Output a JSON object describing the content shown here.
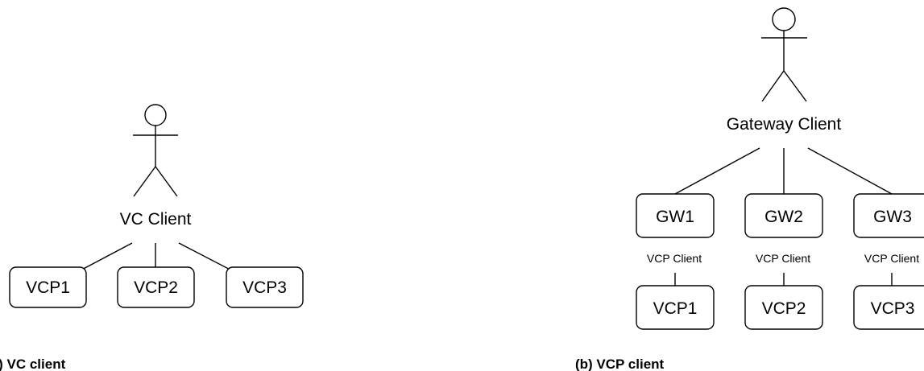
{
  "left_panel": {
    "caption": "(a) VC client",
    "actor": "VC Client",
    "nodes": [
      "VCP1",
      "VCP2",
      "VCP3"
    ]
  },
  "right_panel": {
    "caption": "(b) VCP client",
    "actor": "Gateway Client",
    "gateways": [
      "GW1",
      "GW2",
      "GW3"
    ],
    "gateway_edge_label": "VCP Client",
    "nodes": [
      "VCP1",
      "VCP2",
      "VCP3"
    ]
  },
  "colors": {
    "stroke": "#000000",
    "background": "#ffffff",
    "text": "#000000"
  }
}
